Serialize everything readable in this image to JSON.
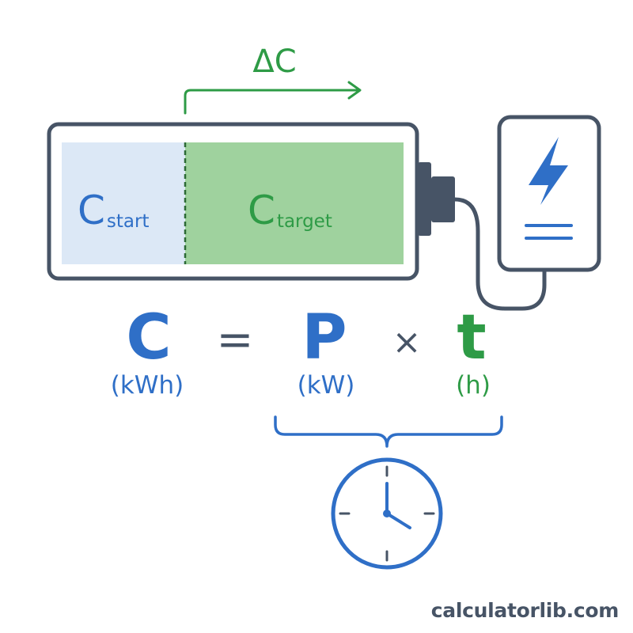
{
  "colors": {
    "blue": "#2f6fc7",
    "blue_light_fill": "#dce8f6",
    "green": "#2e9b46",
    "green_fill": "#9fd29e",
    "outline": "#475466",
    "background": "#ffffff"
  },
  "diagram": {
    "delta_label": "ΔC",
    "battery": {
      "start_symbol": "C",
      "start_subscript": "start",
      "target_symbol": "C",
      "target_subscript": "target"
    },
    "charger_icon": "lightning-bolt-icon",
    "formula": {
      "lhs_symbol": "C",
      "lhs_unit": "(kWh)",
      "equals": "=",
      "power_symbol": "P",
      "power_unit": "(kW)",
      "times": "×",
      "time_symbol": "t",
      "time_unit": "(h)"
    },
    "bottom_icon": "clock-icon"
  },
  "watermark": {
    "prefix": "calculator",
    "suffix": "lib.com"
  }
}
